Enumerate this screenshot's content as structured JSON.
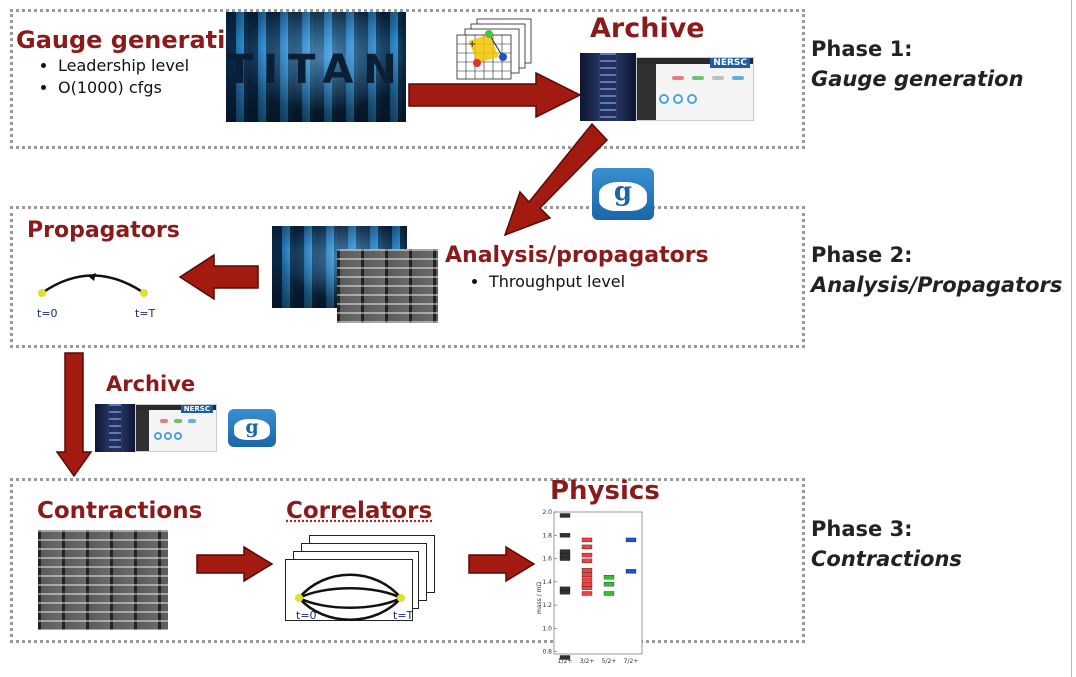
{
  "phase1": {
    "heading": "Gauge generation",
    "bullets": [
      "Leadership level",
      "O(1000) cfgs"
    ],
    "archive_heading": "Archive",
    "label_line1": "Phase 1:",
    "label_line2": "Gauge generation",
    "titan_letters": "TITAN"
  },
  "phase2": {
    "heading": "Analysis/propagators",
    "bullets": [
      "Throughput level"
    ],
    "propagators_heading": "Propagators",
    "prop_t0": "t=0",
    "prop_tT": "t=T",
    "label_line1": "Phase 2:",
    "label_line2": "Analysis/Propagators"
  },
  "transfer": {
    "archive_heading": "Archive"
  },
  "phase3": {
    "contractions_heading": "Contractions",
    "correlators_heading": "Correlators",
    "physics_heading": "Physics",
    "corr_t0": "t=0",
    "corr_tT": "t=T",
    "label_line1": "Phase 3:",
    "label_line2": "Contractions"
  },
  "portal": {
    "brand": "NERSC"
  },
  "globus": {
    "glyph": "g"
  },
  "colors": {
    "heading": "#8b1a1a",
    "arrow": "#a31a10",
    "arrow_edge": "#5a0a05",
    "box_border": "#9a9a9a"
  },
  "icons": [
    "lattice-grid-icon",
    "globus-cloud-icon",
    "arrow-icon"
  ],
  "chart_data": {
    "type": "scatter",
    "title": "",
    "xlabel": "",
    "ylabel": "mass / mΩ",
    "categories": [
      "1/2+",
      "3/2+",
      "5/2+",
      "7/2+"
    ],
    "yticks": [
      "0.8",
      "1.0",
      "1.2",
      "1.4",
      "1.6",
      "1.8",
      "2.0"
    ],
    "ylim": [
      0.78,
      2.0
    ],
    "series": [
      {
        "color": "#333333",
        "category": 0,
        "values": [
          0.75,
          1.31,
          1.34,
          1.6,
          1.63,
          1.66,
          1.8,
          1.97
        ]
      },
      {
        "color": "#f04040",
        "category": 1,
        "values": [
          1.3,
          1.35,
          1.38,
          1.42,
          1.46,
          1.5,
          1.58,
          1.63,
          1.7,
          1.76
        ]
      },
      {
        "color": "#30c030",
        "category": 2,
        "values": [
          1.3,
          1.38,
          1.44
        ]
      },
      {
        "color": "#2050e0",
        "category": 3,
        "values": [
          1.49,
          1.76
        ]
      }
    ]
  }
}
